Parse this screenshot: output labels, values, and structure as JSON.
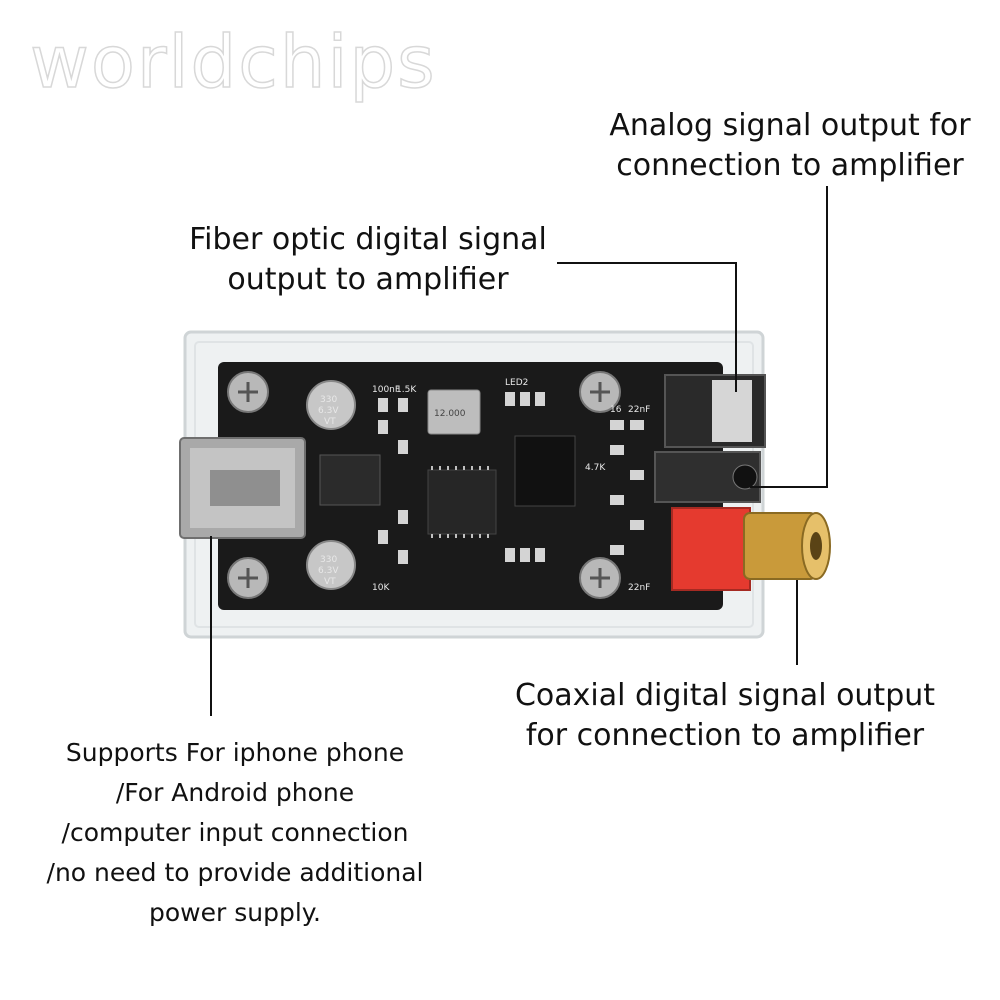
{
  "watermark": {
    "text": "worldchips",
    "color": "#d9d9d9"
  },
  "callouts": {
    "analog": {
      "line1": "Analog signal output for",
      "line2": "connection to amplifier"
    },
    "fiber": {
      "line1": "Fiber optic digital signal",
      "line2": "output to amplifier"
    },
    "coaxial": {
      "line1": "Coaxial digital signal output",
      "line2": "for connection to amplifier"
    },
    "usb": {
      "line1": "Supports For iphone phone",
      "line2": "/For Android phone",
      "line3": "/computer input connection",
      "line4": "/no need to provide additional",
      "line5": "power supply."
    }
  },
  "board_markings": {
    "cap_value": "330",
    "cap_voltage": "6.3V",
    "cap_series": "VT",
    "crystal": "12.000",
    "res_1": "100nF",
    "res_2": "1.5K",
    "res_3": "LED2",
    "res_4": "4.7K",
    "res_5": "22nF",
    "res_6": "16",
    "res_7": "10K"
  },
  "colors": {
    "pcb": "#1a1a1a",
    "acrylic": "#eef1f2",
    "rca_body": "#e53a2f",
    "rca_gold": "#c99a3a",
    "usb_metal": "#a9a9a9"
  }
}
